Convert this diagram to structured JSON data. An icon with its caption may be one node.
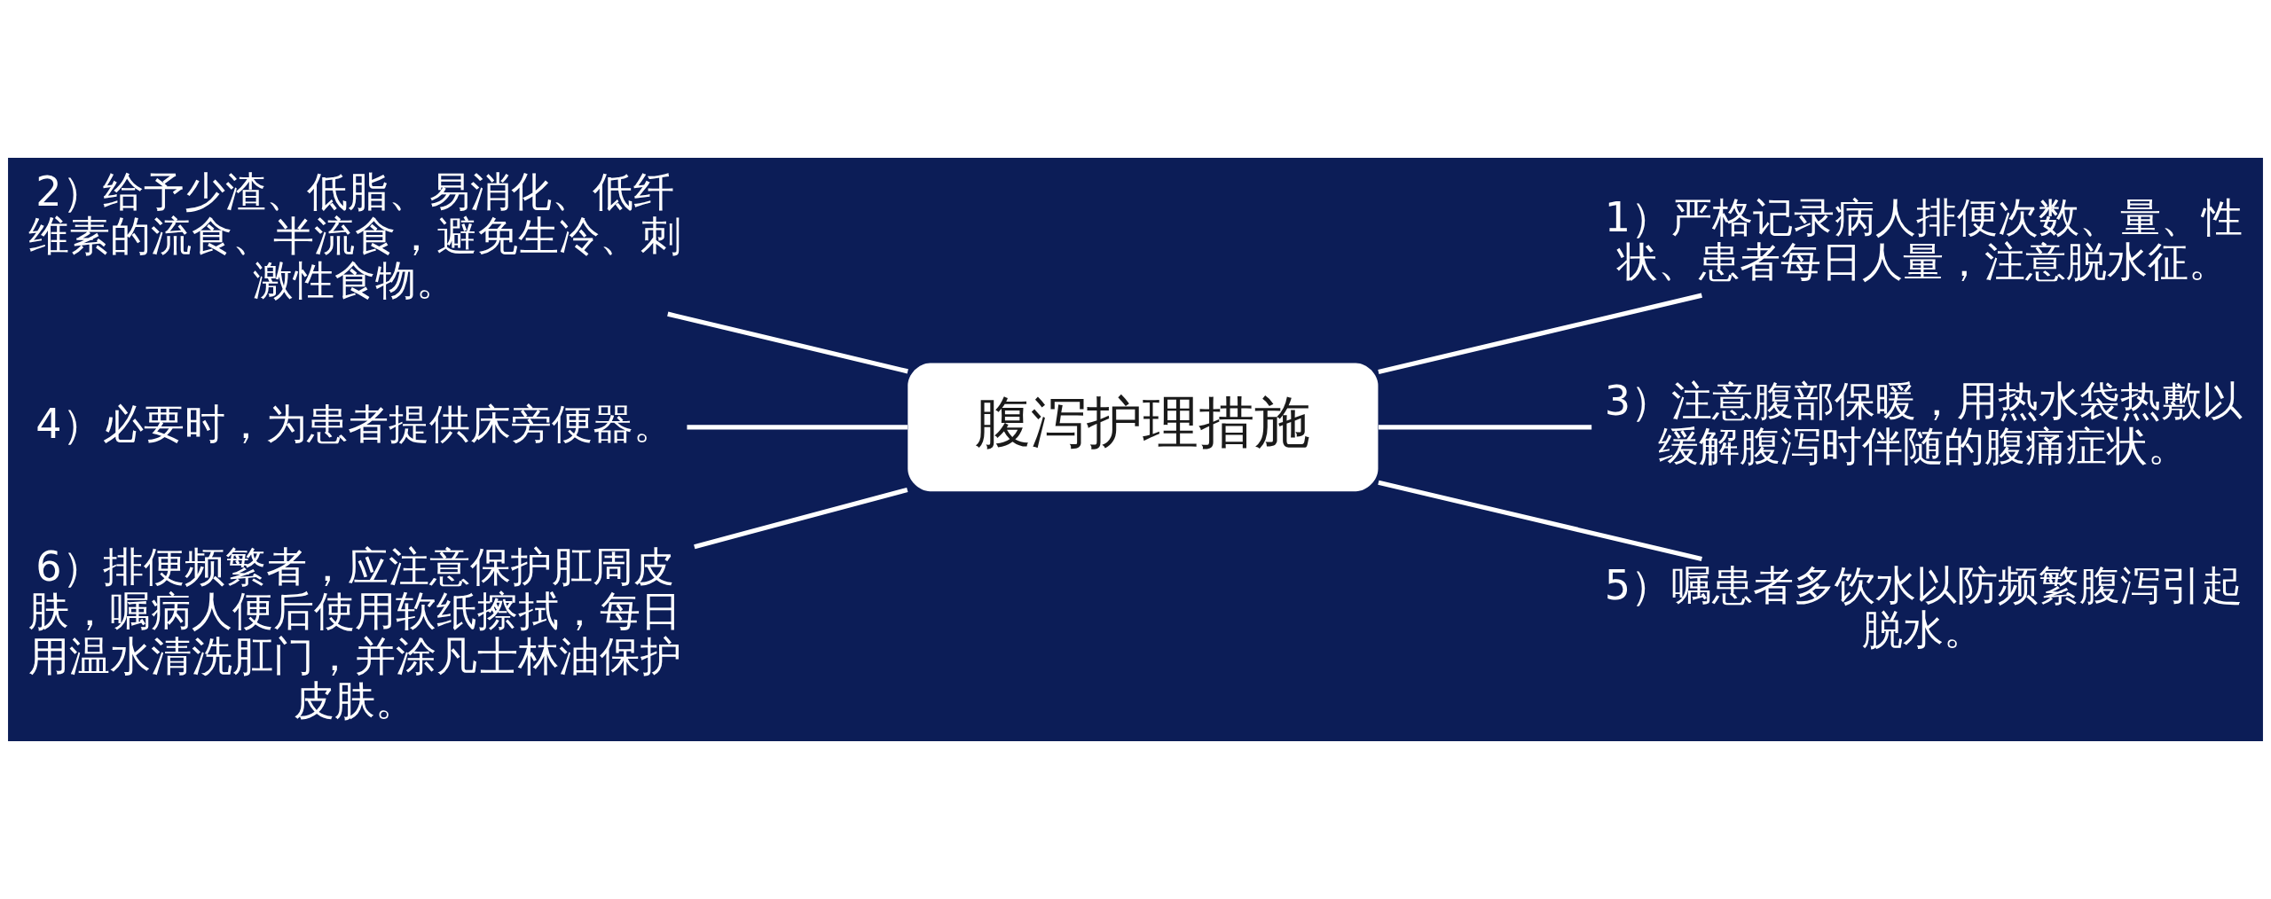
{
  "diagram": {
    "nodes": [
      {
        "text": [
          "腹泻护理措施"
        ]
      },
      {
        "text": [
          "1）严格记录病人排便次数、量、性状、患者每日人量，注意脱水征。"
        ]
      },
      {
        "text": [
          "2）给予少渣、低脂、易消化、低纤维素的流食、半流食，避免生冷、刺激性食物。"
        ]
      },
      {
        "text": [
          "3）注意腹部保暖，用热水袋热敷以缓解腹泻时伴随的腹痛症状。"
        ]
      },
      {
        "text": [
          "4）必要时，为患者提供床旁便器。"
        ]
      },
      {
        "text": [
          "5）嘱患者多饮水以防频繁腹泻引起脱水。"
        ]
      },
      {
        "text": [
          "6）排便频繁者，应注意保护肛周皮肤，嘱病人便后使用软纸擦拭，每日用温水清洗肛门，并涂凡士林油保护皮肤。"
        ]
      }
    ],
    "edges": [
      {
        "from": 0,
        "to": 1,
        "arrow": "none"
      },
      {
        "from": 0,
        "to": 2,
        "arrow": "none"
      },
      {
        "from": 0,
        "to": 3,
        "arrow": "none"
      },
      {
        "from": 0,
        "to": 4,
        "arrow": "none"
      },
      {
        "from": 0,
        "to": 5,
        "arrow": "none"
      },
      {
        "from": 0,
        "to": 6,
        "arrow": "none"
      }
    ]
  }
}
